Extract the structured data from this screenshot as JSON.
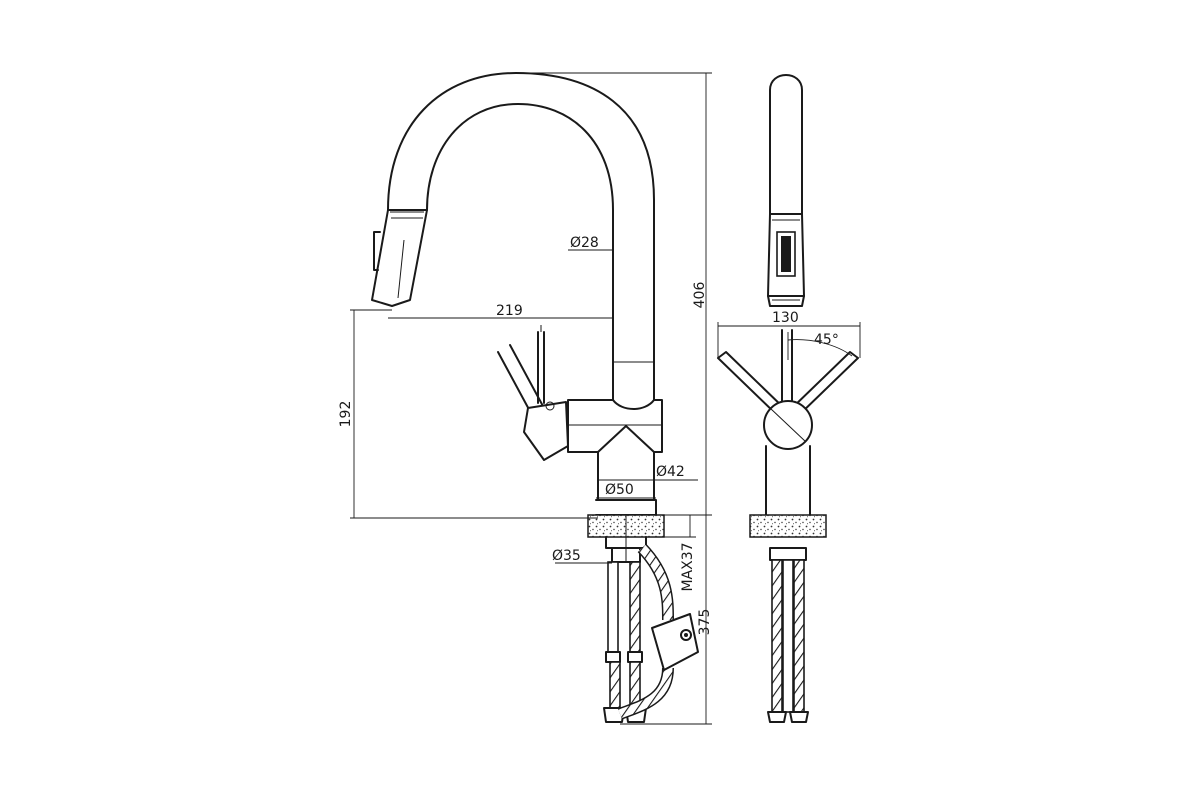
{
  "dimensions": {
    "d28": "Ø28",
    "d219": "219",
    "d192": "192",
    "d406": "406",
    "d42": "Ø42",
    "d50": "Ø50",
    "d35": "Ø35",
    "max37": "MAX37",
    "d375": "375",
    "d130": "130",
    "angle45": "45°"
  }
}
